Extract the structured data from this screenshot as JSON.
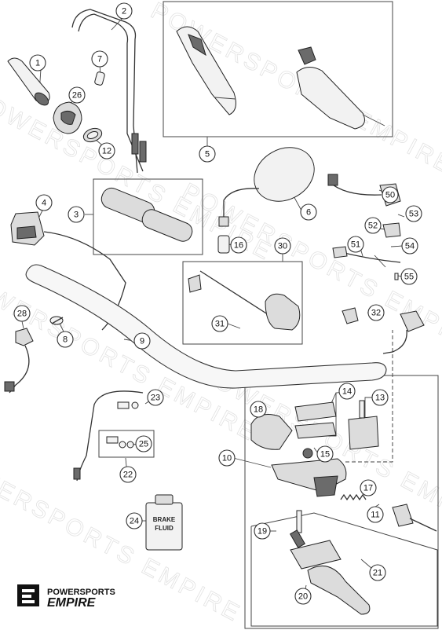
{
  "watermark": "POWERSPORTS EMPIRE",
  "logo": {
    "line1": "POWERSPORTS",
    "line2": "EMPIRE"
  },
  "bottle_label": {
    "line1": "BRAKE",
    "line2": "FLUID"
  },
  "callouts": [
    {
      "id": "1"
    },
    {
      "id": "2"
    },
    {
      "id": "3"
    },
    {
      "id": "4"
    },
    {
      "id": "5"
    },
    {
      "id": "6"
    },
    {
      "id": "7"
    },
    {
      "id": "8"
    },
    {
      "id": "9"
    },
    {
      "id": "10"
    },
    {
      "id": "11"
    },
    {
      "id": "12"
    },
    {
      "id": "13"
    },
    {
      "id": "14"
    },
    {
      "id": "15"
    },
    {
      "id": "16"
    },
    {
      "id": "17"
    },
    {
      "id": "18"
    },
    {
      "id": "19"
    },
    {
      "id": "20"
    },
    {
      "id": "21"
    },
    {
      "id": "22"
    },
    {
      "id": "23"
    },
    {
      "id": "24"
    },
    {
      "id": "25"
    },
    {
      "id": "26"
    },
    {
      "id": "28"
    },
    {
      "id": "30"
    },
    {
      "id": "31"
    },
    {
      "id": "32"
    },
    {
      "id": "50"
    },
    {
      "id": "51"
    },
    {
      "id": "52"
    },
    {
      "id": "53"
    },
    {
      "id": "54"
    },
    {
      "id": "55"
    }
  ]
}
